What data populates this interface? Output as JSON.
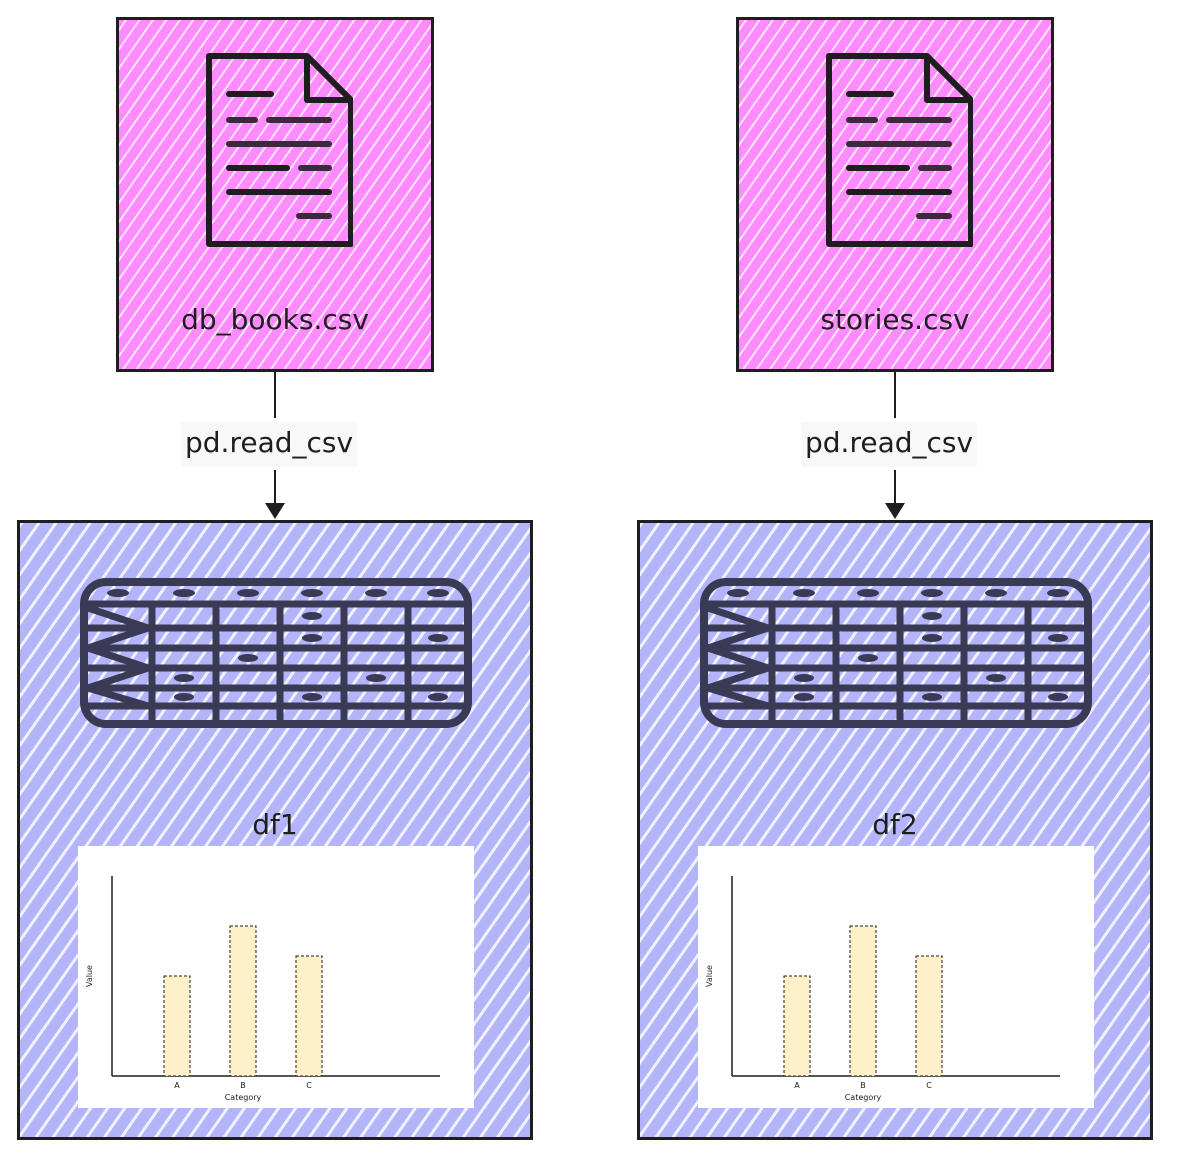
{
  "colors": {
    "file_fill": "#ff8cff",
    "df_fill": "#b4b4fb",
    "stroke": "#1e1e1e",
    "bar_fill": "#fdf0c8"
  },
  "left": {
    "file_label": "db_books.csv",
    "edge_label": "pd.read_csv",
    "df_label": "df1",
    "file_icon": "document-icon",
    "table_icon": "table-icon"
  },
  "right": {
    "file_label": "stories.csv",
    "edge_label": "pd.read_csv",
    "df_label": "df2",
    "file_icon": "document-icon",
    "table_icon": "table-icon"
  },
  "chart_data": [
    {
      "type": "bar",
      "categories": [
        "A",
        "B",
        "C"
      ],
      "values": [
        10,
        15,
        12
      ],
      "xlabel": "Category",
      "ylabel": "Value",
      "ylim": [
        0,
        20
      ]
    },
    {
      "type": "bar",
      "categories": [
        "A",
        "B",
        "C"
      ],
      "values": [
        10,
        15,
        12
      ],
      "xlabel": "Category",
      "ylabel": "Value",
      "ylim": [
        0,
        20
      ]
    }
  ]
}
